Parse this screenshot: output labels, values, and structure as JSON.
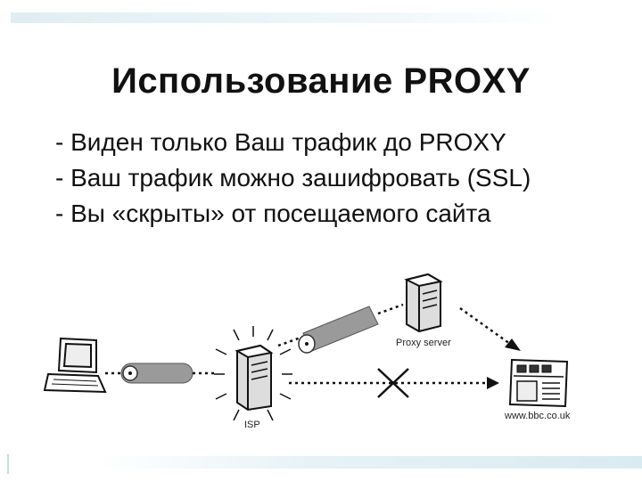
{
  "slide": {
    "title": "Использование PROXY",
    "bullets": [
      "- Виден только Ваш трафик до PROXY",
      "- Ваш трафик можно зашифровать (SSL)",
      "- Вы «скрыты» от посещаемого сайта"
    ]
  },
  "diagram": {
    "labels": {
      "proxy": "Proxy server",
      "isp": "ISP",
      "website": "www.bbc.co.uk"
    },
    "icons": [
      "laptop-icon",
      "isp-server-icon",
      "proxy-server-icon",
      "website-icon",
      "blocked-cross-icon",
      "encrypted-tunnel-icon"
    ]
  }
}
